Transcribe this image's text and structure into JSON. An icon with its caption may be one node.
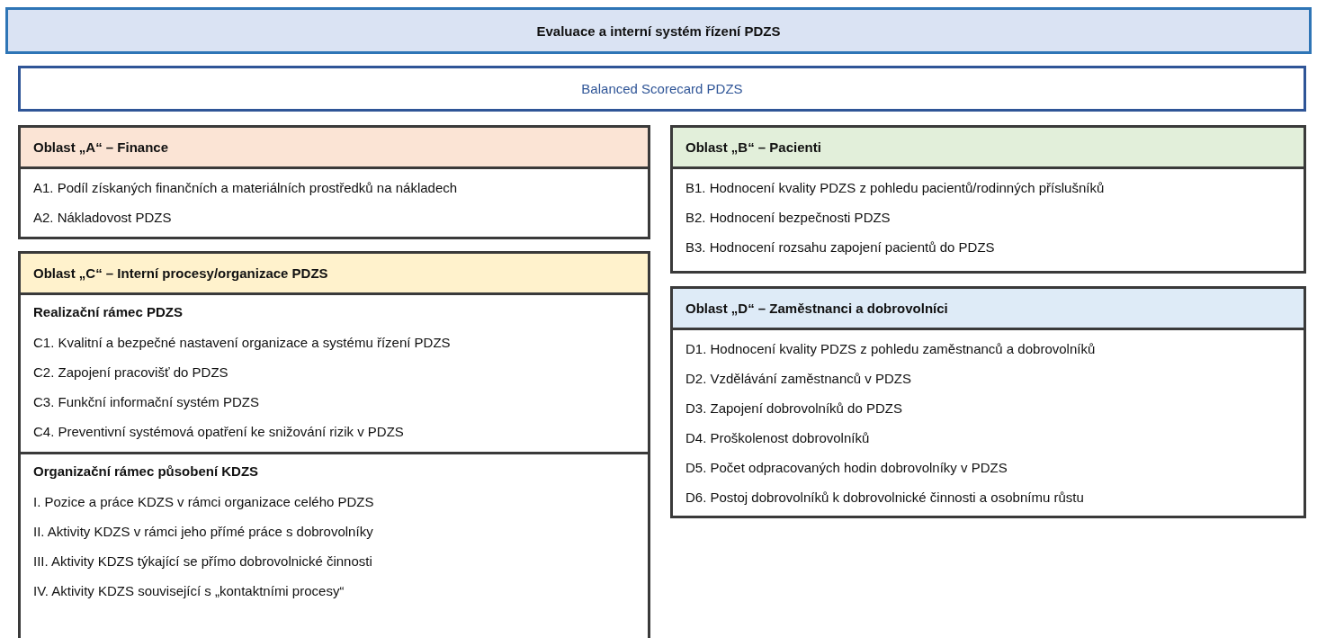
{
  "diagram": {
    "nodes": [
      {
        "text": [
          "Evaluace a interní systém řízení PDZS"
        ]
      },
      {
        "text": [
          "Balanced Scorecard PDZS"
        ]
      },
      {
        "text": [
          "Oblast „A“ – Finance",
          "A1. Podíl získaných finančních a materiálních prostředků na nákladech",
          "A2. Nákladovost PDZS"
        ]
      },
      {
        "text": [
          "Oblast „B“ – Pacienti",
          "B1. Hodnocení kvality PDZS z pohledu pacientů/rodinných příslušníků",
          "B2. Hodnocení bezpečnosti PDZS",
          "B3. Hodnocení rozsahu zapojení pacientů do PDZS"
        ]
      },
      {
        "text": [
          "Oblast „C“ – Interní procesy/organizace PDZS"
        ]
      },
      {
        "text": [
          "Realizační rámec PDZS",
          "C1. Kvalitní a bezpečné nastavení organizace a systému řízení PDZS",
          "C2. Zapojení pracovišť do PDZS",
          "C3. Funkční informační systém PDZS",
          "C4. Preventivní systémová opatření ke snižování rizik v PDZS"
        ],
        "in": 4
      },
      {
        "text": [
          "Organizační rámec působení KDZS",
          "I. Pozice a práce KDZS v rámci organizace celého PDZS",
          "II. Aktivity KDZS v rámci jeho přímé práce s dobrovolníky",
          "III. Aktivity KDZS týkající se přímo dobrovolnické činnosti",
          "IV. Aktivity KDZS související s „kontaktními procesy“"
        ],
        "in": 4
      },
      {
        "text": [
          "Oblast „D“ – Zaměstnanci a dobrovolníci",
          "D1. Hodnocení kvality PDZS z pohledu zaměstnanců a dobrovolníků",
          "D2. Vzdělávání zaměstnanců v PDZS",
          "D3. Zapojení dobrovolníků do PDZS",
          "D4. Proškolenost dobrovolníků",
          "D5. Počet odpracovaných hodin dobrovolníky v PDZS",
          "D6. Postoj dobrovolníků k dobrovolnické činnosti a osobnímu růstu"
        ]
      }
    ]
  }
}
